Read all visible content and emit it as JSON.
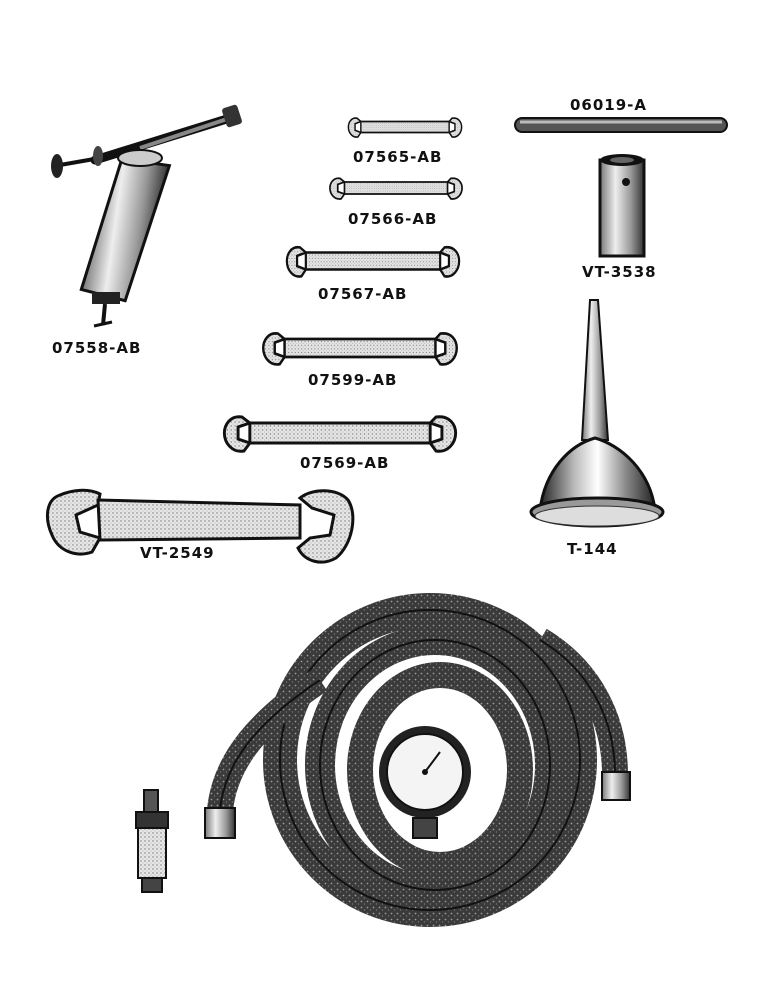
{
  "tools": {
    "grease_gun": {
      "part_number": "07558-AB"
    },
    "wrench_1": {
      "part_number": "07565-AB"
    },
    "wrench_2": {
      "part_number": "07566-AB"
    },
    "wrench_3": {
      "part_number": "07567-AB"
    },
    "wrench_4": {
      "part_number": "07599-AB"
    },
    "wrench_5": {
      "part_number": "07569-AB"
    },
    "large_wrench": {
      "part_number": "VT-2549"
    },
    "bar": {
      "part_number": "06019-A"
    },
    "socket": {
      "part_number": "VT-3538"
    },
    "oil_can": {
      "part_number": "T-144"
    }
  }
}
